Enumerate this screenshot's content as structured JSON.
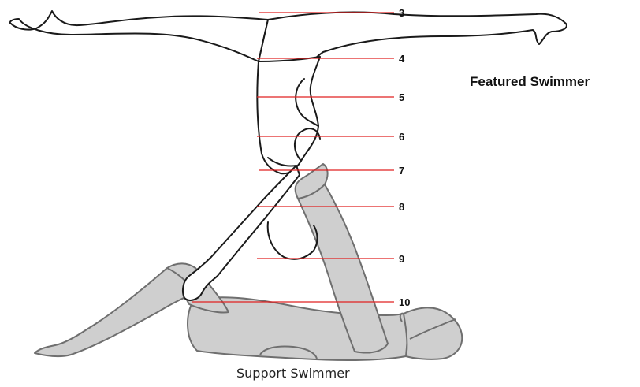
{
  "labels": {
    "featured": "Featured Swimmer",
    "support": "Support Swimmer"
  },
  "levels": [
    {
      "number": "3"
    },
    {
      "number": "4"
    },
    {
      "number": "5"
    },
    {
      "number": "6"
    },
    {
      "number": "7"
    },
    {
      "number": "8"
    },
    {
      "number": "9"
    },
    {
      "number": "10"
    }
  ],
  "colors": {
    "line": "#e02020",
    "outline": "#1a1a1a",
    "support_fill": "#cfcfcf",
    "support_stroke": "#6f6f6f",
    "text": "#111111"
  }
}
